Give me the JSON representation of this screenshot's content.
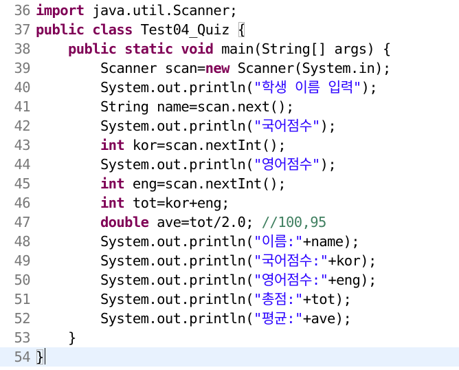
{
  "colors": {
    "keyword": "#7f0055",
    "string": "#2a00ff",
    "comment": "#3f7f5f",
    "line_number": "#787878",
    "current_line": "#e8f2fe"
  },
  "editor": {
    "lines": [
      {
        "no": "36",
        "indent": "",
        "segments": [
          {
            "t": "kw",
            "v": "import"
          },
          {
            "t": "plain",
            "v": " java.util.Scanner;"
          }
        ]
      },
      {
        "no": "37",
        "indent": "",
        "segments": [
          {
            "t": "kw",
            "v": "public"
          },
          {
            "t": "plain",
            "v": " "
          },
          {
            "t": "kw",
            "v": "class"
          },
          {
            "t": "plain",
            "v": " Test04_Quiz "
          },
          {
            "t": "brace",
            "v": "{"
          }
        ]
      },
      {
        "no": "38",
        "indent": "    ",
        "segments": [
          {
            "t": "kw",
            "v": "public"
          },
          {
            "t": "plain",
            "v": " "
          },
          {
            "t": "kw",
            "v": "static"
          },
          {
            "t": "plain",
            "v": " "
          },
          {
            "t": "kw",
            "v": "void"
          },
          {
            "t": "plain",
            "v": " main(String[] args) {"
          }
        ]
      },
      {
        "no": "39",
        "indent": "        ",
        "segments": [
          {
            "t": "plain",
            "v": "Scanner scan="
          },
          {
            "t": "kw",
            "v": "new"
          },
          {
            "t": "plain",
            "v": " Scanner(System.in);"
          }
        ]
      },
      {
        "no": "40",
        "indent": "        ",
        "segments": [
          {
            "t": "plain",
            "v": "System.out.println("
          },
          {
            "t": "str",
            "v": "\"학생 이름 입력\""
          },
          {
            "t": "plain",
            "v": ");"
          }
        ]
      },
      {
        "no": "41",
        "indent": "        ",
        "segments": [
          {
            "t": "plain",
            "v": "String name=scan.next();"
          }
        ]
      },
      {
        "no": "42",
        "indent": "        ",
        "segments": [
          {
            "t": "plain",
            "v": "System.out.println("
          },
          {
            "t": "str",
            "v": "\"국어점수\""
          },
          {
            "t": "plain",
            "v": ");"
          }
        ]
      },
      {
        "no": "43",
        "indent": "        ",
        "segments": [
          {
            "t": "kw",
            "v": "int"
          },
          {
            "t": "plain",
            "v": " kor=scan.nextInt();"
          }
        ]
      },
      {
        "no": "44",
        "indent": "        ",
        "segments": [
          {
            "t": "plain",
            "v": "System.out.println("
          },
          {
            "t": "str",
            "v": "\"영어점수\""
          },
          {
            "t": "plain",
            "v": ");"
          }
        ]
      },
      {
        "no": "45",
        "indent": "        ",
        "segments": [
          {
            "t": "kw",
            "v": "int"
          },
          {
            "t": "plain",
            "v": " eng=scan.nextInt();"
          }
        ]
      },
      {
        "no": "46",
        "indent": "        ",
        "segments": [
          {
            "t": "kw",
            "v": "int"
          },
          {
            "t": "plain",
            "v": " tot=kor+eng;"
          }
        ]
      },
      {
        "no": "47",
        "indent": "        ",
        "segments": [
          {
            "t": "kw",
            "v": "double"
          },
          {
            "t": "plain",
            "v": " ave=tot/2.0; "
          },
          {
            "t": "cm",
            "v": "//100,95"
          }
        ]
      },
      {
        "no": "48",
        "indent": "        ",
        "segments": [
          {
            "t": "plain",
            "v": "System.out.println("
          },
          {
            "t": "str",
            "v": "\"이름:\""
          },
          {
            "t": "plain",
            "v": "+name);"
          }
        ]
      },
      {
        "no": "49",
        "indent": "        ",
        "segments": [
          {
            "t": "plain",
            "v": "System.out.println("
          },
          {
            "t": "str",
            "v": "\"국어점수:\""
          },
          {
            "t": "plain",
            "v": "+kor);"
          }
        ]
      },
      {
        "no": "50",
        "indent": "        ",
        "segments": [
          {
            "t": "plain",
            "v": "System.out.println("
          },
          {
            "t": "str",
            "v": "\"영어점수:\""
          },
          {
            "t": "plain",
            "v": "+eng);"
          }
        ]
      },
      {
        "no": "51",
        "indent": "        ",
        "segments": [
          {
            "t": "plain",
            "v": "System.out.println("
          },
          {
            "t": "str",
            "v": "\"총점:\""
          },
          {
            "t": "plain",
            "v": "+tot);"
          }
        ]
      },
      {
        "no": "52",
        "indent": "        ",
        "segments": [
          {
            "t": "plain",
            "v": "System.out.println("
          },
          {
            "t": "str",
            "v": "\"평균:\""
          },
          {
            "t": "plain",
            "v": "+ave);"
          }
        ]
      },
      {
        "no": "53",
        "indent": "    ",
        "segments": [
          {
            "t": "plain",
            "v": "}"
          }
        ]
      },
      {
        "no": "54",
        "indent": "",
        "current": true,
        "segments": [
          {
            "t": "brace",
            "v": "}"
          },
          {
            "t": "caret",
            "v": ""
          }
        ]
      }
    ]
  }
}
